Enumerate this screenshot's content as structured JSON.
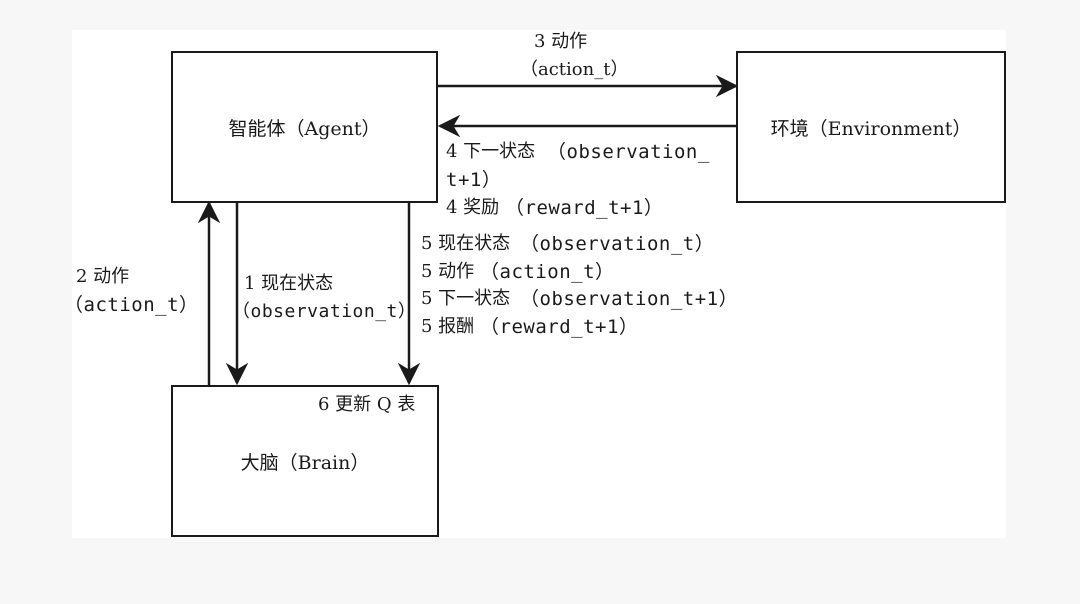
{
  "nodes": {
    "agent": "智能体（Agent）",
    "environment": "环境（Environment）",
    "brain": "大脑（Brain）"
  },
  "edges": {
    "action_to_env": {
      "num": "3 动作",
      "sub": "（action_t）"
    },
    "env_to_agent": {
      "line1_num": "4 下一状态",
      "line1_code": "（observation_",
      "line2_code": "t+1）",
      "line3_num": "4 奖励",
      "line3_code": "（reward_t+1）"
    },
    "brain_to_agent": {
      "num": "2 动作",
      "sub": "（action_t）"
    },
    "agent_to_brain": {
      "num": "1 现在状态",
      "sub": "（observation_t）"
    },
    "update_items": [
      {
        "num": "5 现在状态",
        "code": "（observation_t）"
      },
      {
        "num": "5 动作",
        "code": "（action_t）"
      },
      {
        "num": "5 下一状态",
        "code": "（observation_t+1）"
      },
      {
        "num": "5 报酬",
        "code": "（reward_t+1）"
      }
    ]
  },
  "brain_note": "6 更新 Q 表",
  "colors": {
    "stroke": "#1a1a1a",
    "page_bg": "#f7f7f8",
    "canvas_bg": "#ffffff"
  }
}
